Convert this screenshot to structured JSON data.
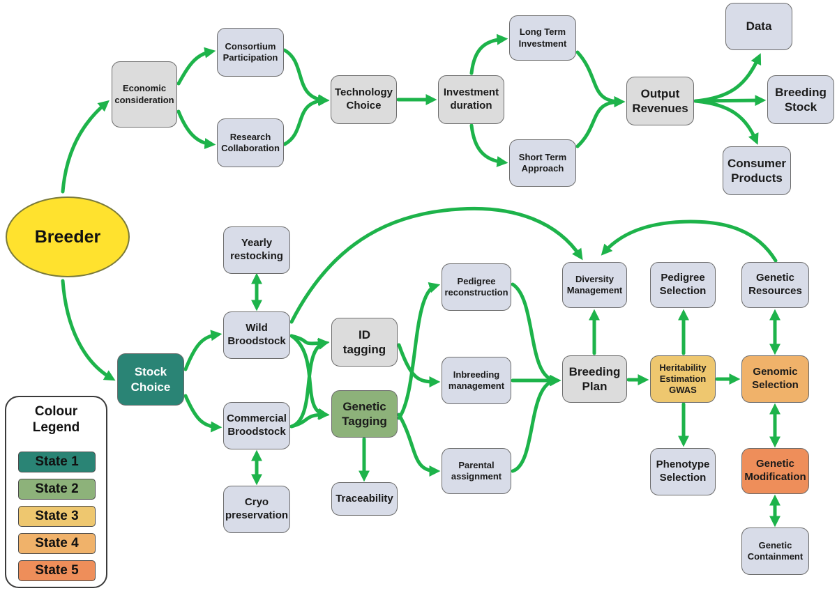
{
  "colors": {
    "arrow": "#1db34a"
  },
  "breeder": "Breeder",
  "nodes": {
    "economic": "Economic\nconsideration",
    "consortium": "Consortium\nParticipation",
    "research": "Research\nCollaboration",
    "technology": "Technology\nChoice",
    "investment_duration": "Investment\nduration",
    "long_term": "Long Term\nInvestment",
    "short_term": "Short Term\nApproach",
    "output": "Output\nRevenues",
    "data": "Data",
    "breeding_stock": "Breeding\nStock",
    "consumer": "Consumer\nProducts",
    "stock_choice": "Stock\nChoice",
    "yearly": "Yearly\nrestocking",
    "wild": "Wild\nBroodstock",
    "commercial": "Commercial\nBroodstock",
    "cryo": "Cryo\npreservation",
    "id_tagging": "ID\ntagging",
    "genetic_tagging": "Genetic\nTagging",
    "traceability": "Traceability",
    "pedigree_recon": "Pedigree\nreconstruction",
    "inbreeding": "Inbreeding\nmanagement",
    "parental": "Parental\nassignment",
    "breeding_plan": "Breeding\nPlan",
    "diversity": "Diversity\nManagement",
    "pedigree_sel": "Pedigree\nSelection",
    "heritability": "Heritability\nEstimation\nGWAS",
    "phenotype": "Phenotype\nSelection",
    "genetic_resources": "Genetic\nResources",
    "genomic": "Genomic\nSelection",
    "modification": "Genetic\nModification",
    "containment": "Genetic\nContainment"
  },
  "legend": {
    "title": "Colour\nLegend",
    "items": [
      {
        "label": "State 1",
        "color": "#2a8475"
      },
      {
        "label": "State 2",
        "color": "#8db27a"
      },
      {
        "label": "State 3",
        "color": "#eec76f"
      },
      {
        "label": "State 4",
        "color": "#f0b26a"
      },
      {
        "label": "State 5",
        "color": "#ee8e5a"
      }
    ]
  }
}
